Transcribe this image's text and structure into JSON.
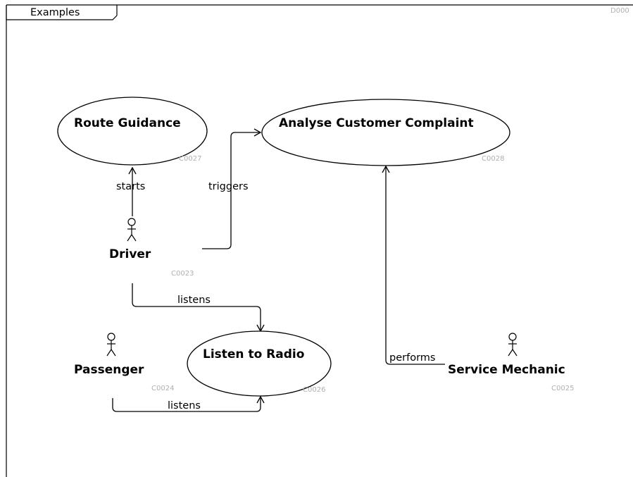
{
  "diagram": {
    "frame": {
      "title": "Examples",
      "id": "D000"
    },
    "use_cases": [
      {
        "key": "route",
        "name": "Route Guidance",
        "id": "C0027"
      },
      {
        "key": "analyse",
        "name": "Analyse Customer Complaint",
        "id": "C0028"
      },
      {
        "key": "radio",
        "name": "Listen to Radio",
        "id": "C0026"
      }
    ],
    "actors": [
      {
        "key": "driver",
        "name": "Driver",
        "id": "C0023"
      },
      {
        "key": "passenger",
        "name": "Passenger",
        "id": "C0024"
      },
      {
        "key": "mechanic",
        "name": "Service Mechanic",
        "id": "C0025"
      }
    ],
    "relations": [
      {
        "from": "Driver",
        "to": "Route Guidance",
        "label": "starts"
      },
      {
        "from": "Driver",
        "to": "Analyse Customer Complaint",
        "label": "triggers"
      },
      {
        "from": "Driver",
        "to": "Listen to Radio",
        "label": "listens"
      },
      {
        "from": "Passenger",
        "to": "Listen to Radio",
        "label": "listens"
      },
      {
        "from": "Service Mechanic",
        "to": "Analyse Customer Complaint",
        "label": "performs"
      }
    ]
  }
}
